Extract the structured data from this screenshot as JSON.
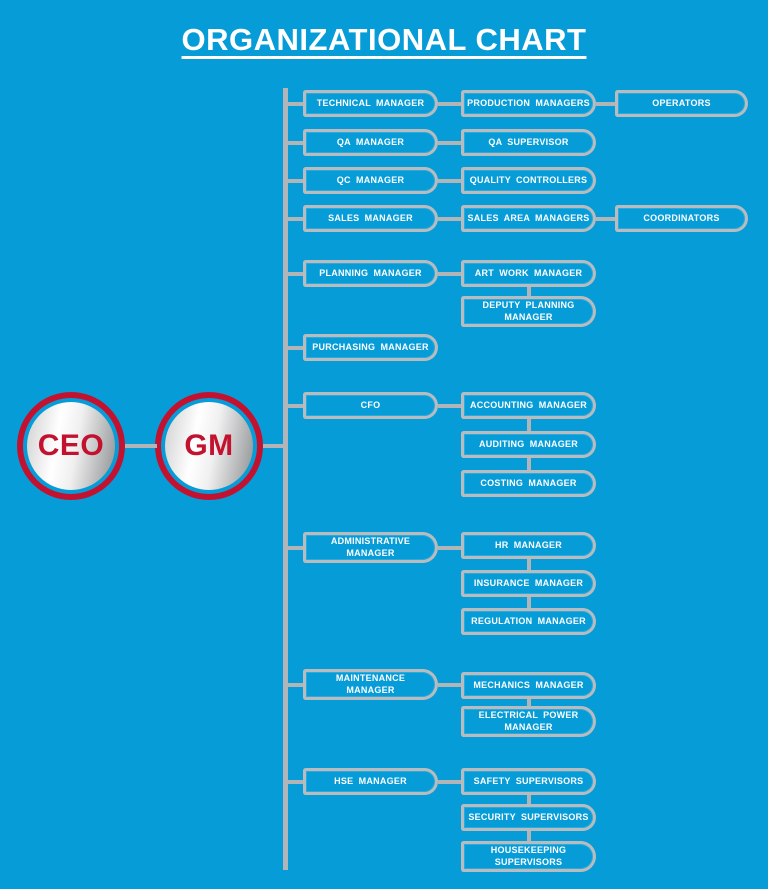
{
  "title": "ORGANIZATIONAL CHART",
  "colors": {
    "background": "#069cd8",
    "box_border_silver": "#b9bcbe",
    "connector_silver": "#b2b5b7",
    "box_text": "#ffffff",
    "accent_red": "#c31230",
    "title_text": "#ffffff"
  },
  "nodes": {
    "ceo": "CEO",
    "gm": "GM",
    "technical_manager": "TECHNICAL MANAGER",
    "qa_manager": "QA MANAGER",
    "qc_manager": "QC MANAGER",
    "sales_manager": "SALES MANAGER",
    "planning_manager": "PLANNING MANAGER",
    "purchasing_manager": "PURCHASING MANAGER",
    "cfo": "CFO",
    "administrative_manager": "ADMINISTRATIVE\nMANAGER",
    "maintenance_manager": "MAINTENANCE\nMANAGER",
    "hse_manager": "HSE MANAGER",
    "production_managers": "PRODUCTION MANAGERS",
    "qa_supervisor": "QA SUPERVISOR",
    "quality_controllers": "QUALITY CONTROLLERS",
    "sales_area_managers": "SALES AREA MANAGERS",
    "art_work_manager": "ART WORK MANAGER",
    "deputy_planning_manager": "DEPUTY PLANNING\nMANAGER",
    "accounting_manager": "ACCOUNTING MANAGER",
    "auditing_manager": "AUDITING MANAGER",
    "costing_manager": "COSTING MANAGER",
    "hr_manager": "HR MANAGER",
    "insurance_manager": "INSURANCE MANAGER",
    "regulation_manager": "REGULATION MANAGER",
    "mechanics_manager": "MECHANICS MANAGER",
    "electrical_power_manager": "ELECTRICAL POWER\nMANAGER",
    "safety_supervisors": "SAFETY SUPERVISORS",
    "security_supervisors": "SECURITY SUPERVISORS",
    "housekeeping_supervisors": "HOUSEKEEPING\nSUPERVISORS",
    "operators": "OPERATORS",
    "coordinators": "COORDINATORS"
  },
  "hierarchy": {
    "CEO": [
      "GM"
    ],
    "GM": [
      "TECHNICAL MANAGER",
      "QA MANAGER",
      "QC MANAGER",
      "SALES MANAGER",
      "PLANNING MANAGER",
      "PURCHASING MANAGER",
      "CFO",
      "ADMINISTRATIVE MANAGER",
      "MAINTENANCE MANAGER",
      "HSE MANAGER"
    ],
    "TECHNICAL MANAGER": [
      "PRODUCTION MANAGERS"
    ],
    "PRODUCTION MANAGERS": [
      "OPERATORS"
    ],
    "QA MANAGER": [
      "QA SUPERVISOR"
    ],
    "QC MANAGER": [
      "QUALITY CONTROLLERS"
    ],
    "SALES MANAGER": [
      "SALES AREA MANAGERS"
    ],
    "SALES AREA MANAGERS": [
      "COORDINATORS"
    ],
    "PLANNING MANAGER": [
      "ART WORK MANAGER",
      "DEPUTY PLANNING MANAGER"
    ],
    "CFO": [
      "ACCOUNTING MANAGER",
      "AUDITING MANAGER",
      "COSTING MANAGER"
    ],
    "ADMINISTRATIVE MANAGER": [
      "HR MANAGER",
      "INSURANCE MANAGER",
      "REGULATION MANAGER"
    ],
    "MAINTENANCE MANAGER": [
      "MECHANICS MANAGER",
      "ELECTRICAL POWER MANAGER"
    ],
    "HSE MANAGER": [
      "SAFETY SUPERVISORS",
      "SECURITY SUPERVISORS",
      "HOUSEKEEPING SUPERVISORS"
    ]
  }
}
